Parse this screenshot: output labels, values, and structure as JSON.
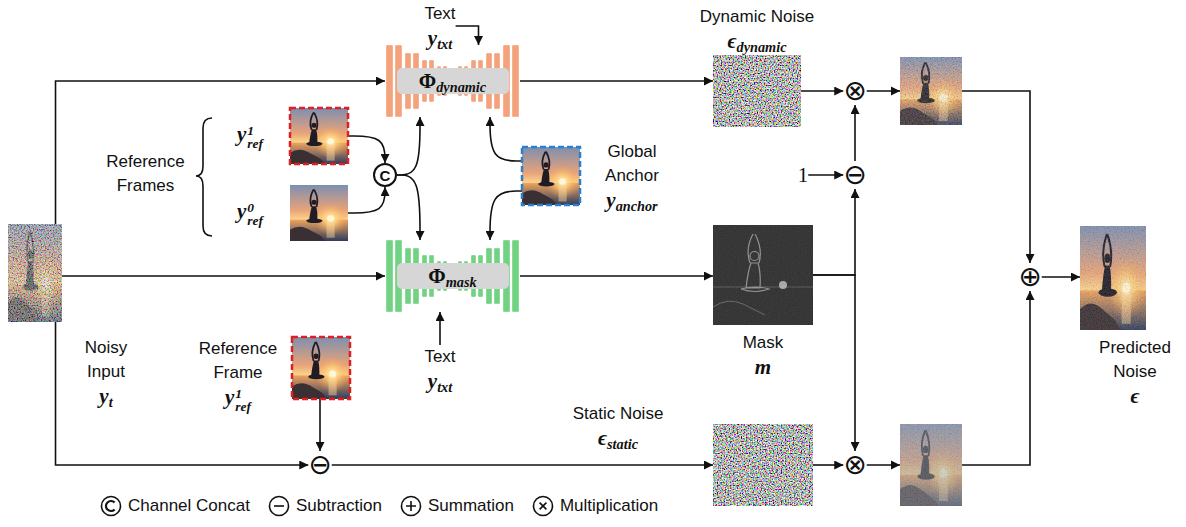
{
  "diagram": {
    "nodes": [
      {
        "text": [
          "Text",
          "ytxt"
        ]
      },
      {
        "text": [
          "Φdynamic"
        ]
      },
      {
        "text": [
          "Dynamic Noise",
          "ϵdynamic"
        ]
      },
      {
        "text": [
          "⊗"
        ]
      },
      {
        "text": [
          "y1ref"
        ]
      },
      {
        "text": [
          "y0ref"
        ]
      },
      {
        "text": [
          "C"
        ]
      },
      {
        "text": [
          "Global Anchor",
          "yanchor"
        ]
      },
      {
        "text": [
          "1"
        ]
      },
      {
        "text": [
          "⊖"
        ]
      },
      {
        "text": [
          "Noisy Input",
          "yt"
        ]
      },
      {
        "text": [
          "Φmask"
        ]
      },
      {
        "text": [
          "Mask",
          "m"
        ]
      },
      {
        "text": [
          "Text",
          "ytxt"
        ]
      },
      {
        "text": [
          "⊕"
        ]
      },
      {
        "text": [
          "Predicted Noise",
          "ϵ"
        ]
      },
      {
        "text": [
          "Reference Frame",
          "y1ref"
        ]
      },
      {
        "text": [
          "⊖"
        ]
      },
      {
        "text": [
          "Static Noise",
          "ϵstatic"
        ]
      },
      {
        "text": [
          "⊗"
        ]
      }
    ],
    "edges": [
      {
        "from": 0,
        "to": 1,
        "arrow": "to"
      },
      {
        "from": 10,
        "to": 1,
        "arrow": "to"
      },
      {
        "from": 4,
        "to": 6,
        "arrow": "to"
      },
      {
        "from": 5,
        "to": 6,
        "arrow": "to"
      },
      {
        "from": 6,
        "to": 1,
        "arrow": "to"
      },
      {
        "from": 7,
        "to": 1,
        "arrow": "to"
      },
      {
        "from": 1,
        "to": 2,
        "arrow": "to"
      },
      {
        "from": 2,
        "to": 3,
        "arrow": "to"
      },
      {
        "from": 8,
        "to": 9,
        "arrow": "to"
      },
      {
        "from": 9,
        "to": 3,
        "arrow": "to"
      },
      {
        "from": 6,
        "to": 11,
        "arrow": "to"
      },
      {
        "from": 7,
        "to": 11,
        "arrow": "to"
      },
      {
        "from": 10,
        "to": 11,
        "arrow": "to"
      },
      {
        "from": 13,
        "to": 11,
        "arrow": "to"
      },
      {
        "from": 11,
        "to": 12,
        "arrow": "to"
      },
      {
        "from": 12,
        "to": 9,
        "arrow": "to"
      },
      {
        "from": 12,
        "to": 19,
        "arrow": "to"
      },
      {
        "from": 3,
        "to": 14,
        "arrow": "to"
      },
      {
        "from": 19,
        "to": 14,
        "arrow": "to"
      },
      {
        "from": 14,
        "to": 15,
        "arrow": "to"
      },
      {
        "from": 10,
        "to": 17,
        "arrow": "to"
      },
      {
        "from": 16,
        "to": 17,
        "arrow": "to"
      },
      {
        "from": 17,
        "to": 18,
        "arrow": "to"
      },
      {
        "from": 18,
        "to": 19,
        "arrow": "to"
      }
    ],
    "labels": [
      "Reference Frames"
    ],
    "legend": [
      {
        "text": "Channel Concat"
      },
      {
        "text": "Subtraction"
      },
      {
        "text": "Summation"
      },
      {
        "text": "Multiplication"
      }
    ]
  }
}
